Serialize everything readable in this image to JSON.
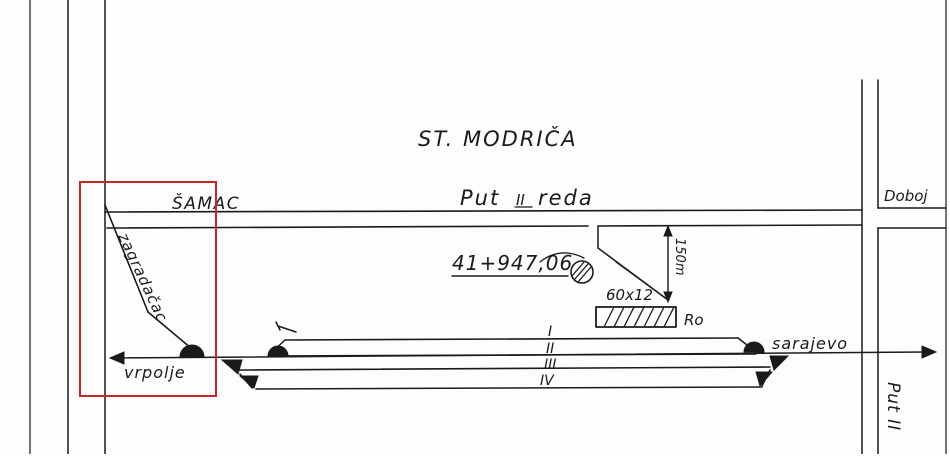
{
  "diagram": {
    "station_title": "ST. MODRIČA",
    "road_label": "Put II reda",
    "road_label_prefix": "Put",
    "road_label_numeral": "II",
    "road_label_suffix": "reda",
    "direction_samac": "ŠAMAC",
    "direction_doboj": "Doboj",
    "direction_zagradacac": "zagradačac",
    "direction_vrpolje": "vrpolje",
    "direction_sarajevo": "sarajevo",
    "chainage": "41+947,06",
    "distance": "150m",
    "platform_size": "60x12",
    "building_label": "Ro",
    "road_right_label": "Put II",
    "track_labels": [
      "I",
      "II",
      "III",
      "IV"
    ],
    "highlight_color": "#c62828",
    "ink_color": "#1a1a1a"
  }
}
